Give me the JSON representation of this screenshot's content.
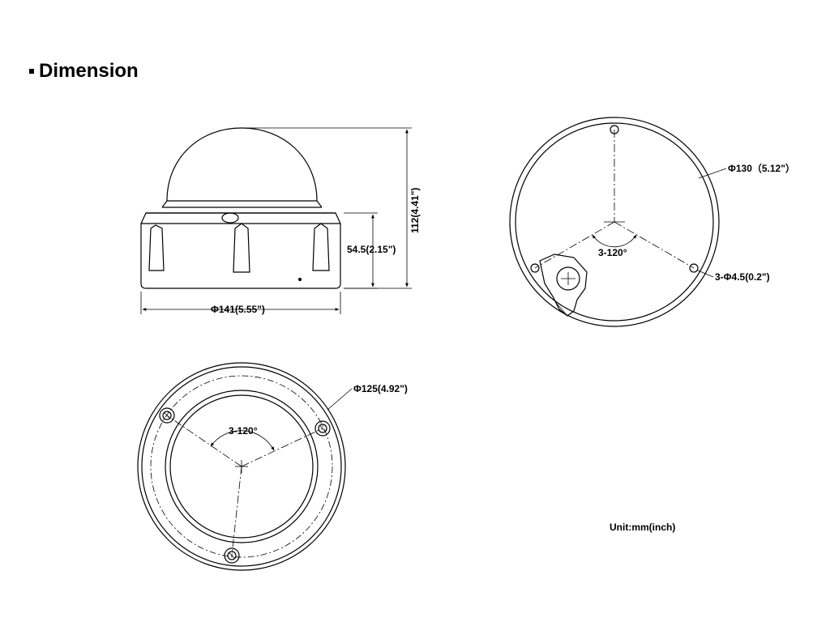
{
  "title": "Dimension",
  "side_view": {
    "width_label": "Φ141(5.55\")",
    "base_height_label": "54.5(2.15\")",
    "total_height_label": "112(4.41\")"
  },
  "base_plate": {
    "diameter_label": "Φ130（5.12\"）",
    "angle_label": "3-120°",
    "hole_label": "3-Φ4.5(0.2\")"
  },
  "bottom_view": {
    "diameter_label": "Φ125(4.92\")",
    "angle_label": "3-120°"
  },
  "unit_label": "Unit:mm(inch)"
}
